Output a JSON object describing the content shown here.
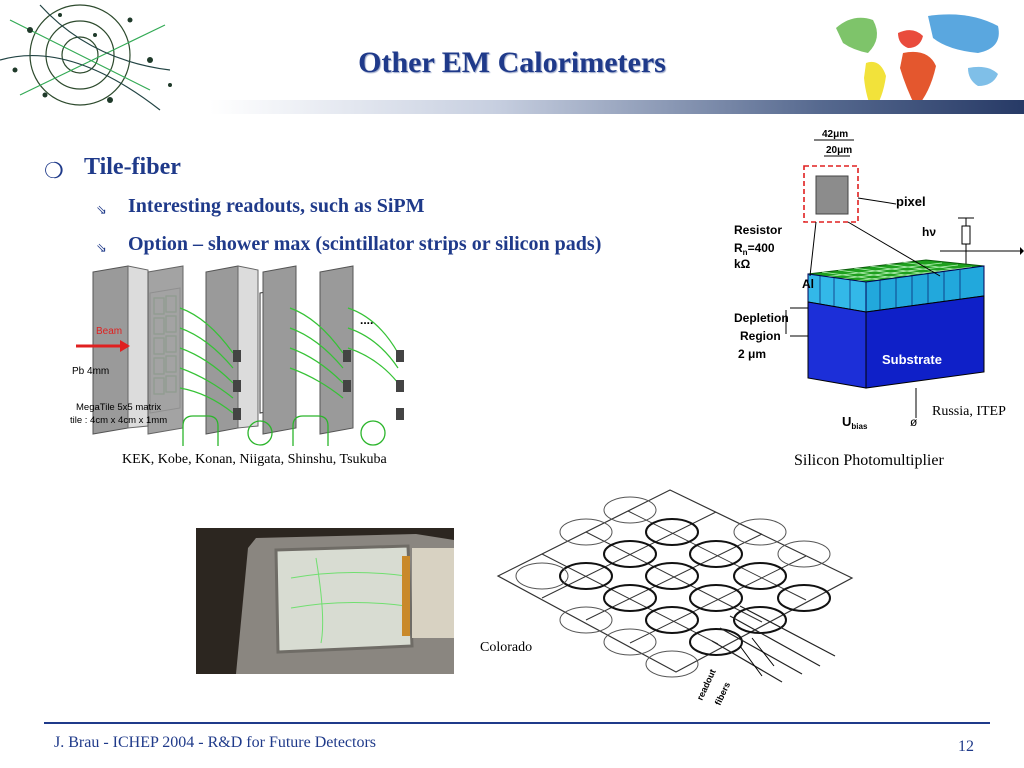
{
  "slide": {
    "title": "Other EM Calorimeters",
    "bullet_main": "Tile-fiber",
    "sub_bullets": [
      "Interesting readouts, such as SiPM",
      "Option – shower max (scintillator strips or silicon pads)"
    ]
  },
  "left_figure": {
    "beam_label": "Beam",
    "pb_label": "Pb 4mm",
    "megatile_label_1": "MegaTile 5x5 matrix",
    "megatile_label_2": "tile : 4cm x 4cm x 1mm",
    "dots_label": "....",
    "caption": "KEK, Kobe, Konan, Niigata, Shinshu, Tsukuba"
  },
  "sipm_figure": {
    "dim_42": "42μm",
    "dim_20": "20μm",
    "pixel_label": "pixel",
    "resistor_label": "Resistor",
    "rn_label": "R",
    "rn_sub": "n",
    "rn_value": "=400",
    "kohm_label": "kΩ",
    "hv_label": "hν",
    "al_label": "Al",
    "depletion_1": "Depletion",
    "depletion_2": "Region",
    "depletion_3": "2 μm",
    "substrate_label": "Substrate",
    "ubias_label": "U",
    "ubias_sub": "bias",
    "credit": "Russia, ITEP",
    "caption": "Silicon Photomultiplier"
  },
  "bottom_figure": {
    "caption": "Colorado",
    "readout_label_1": "readout",
    "readout_label_2": "fibers"
  },
  "footer": {
    "text": "J. Brau - ICHEP 2004 - R&D for Future Detectors",
    "page": "12"
  }
}
